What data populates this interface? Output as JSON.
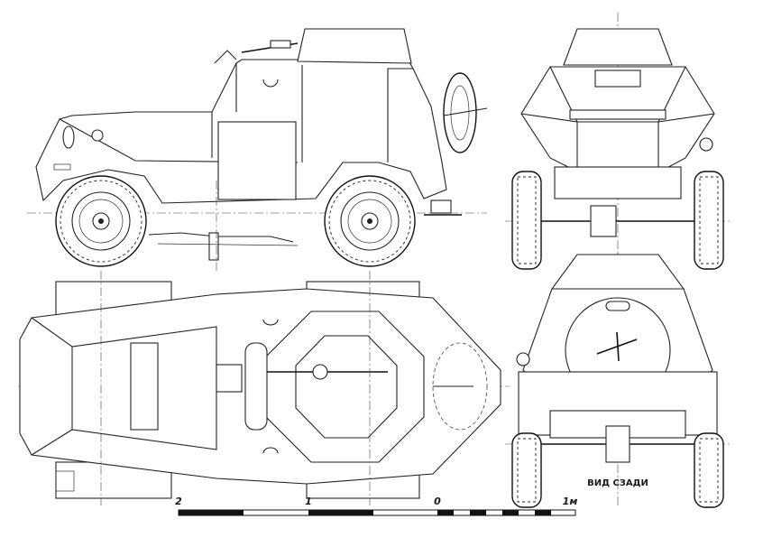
{
  "drawing": {
    "rear_view_caption": "ВИД СЗАДИ",
    "scale_bar": {
      "labels": [
        "2",
        "1",
        "0",
        "1м"
      ]
    },
    "line_color": "#222222",
    "background_color": "#ffffff"
  }
}
